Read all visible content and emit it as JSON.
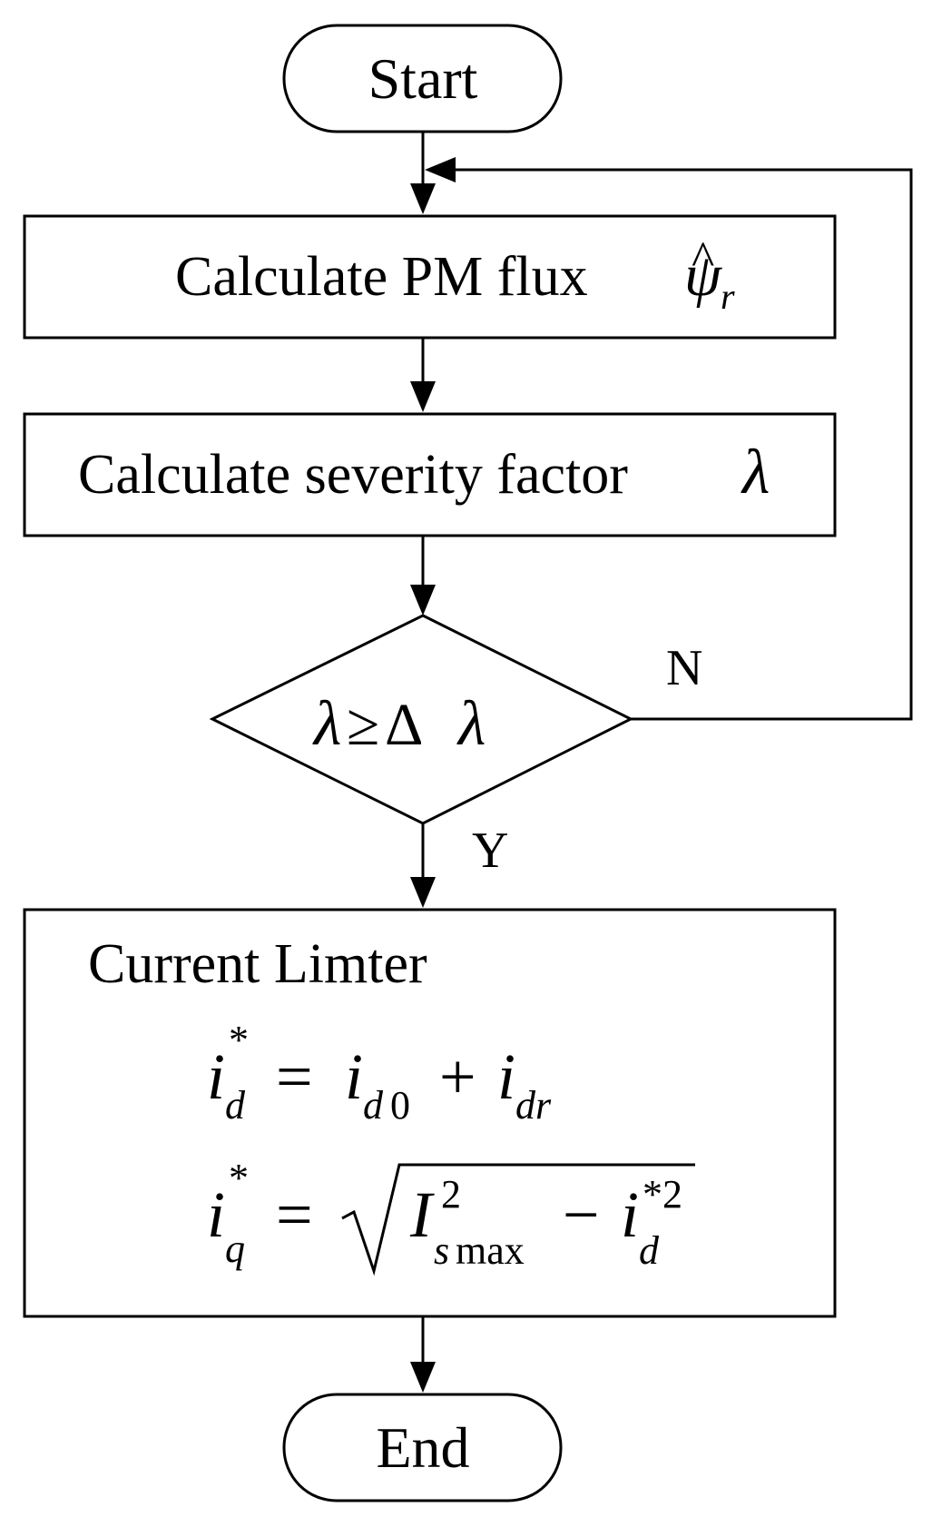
{
  "nodes": {
    "start": {
      "label": "Start"
    },
    "calc_flux": {
      "label": "Calculate PM flux",
      "symbol": "ψ",
      "symbol_hat": "^",
      "symbol_sub": "r"
    },
    "calc_severity": {
      "label": "Calculate severity factor",
      "symbol": "λ"
    },
    "decision": {
      "lhs": "λ",
      "op": "≥",
      "rhs_delta": "Δ",
      "rhs": "λ"
    },
    "limiter": {
      "title": "Current Limter",
      "eq1": {
        "lhs": "i",
        "lhs_sup": "*",
        "lhs_sub": "d",
        "eq": "=",
        "t1": "i",
        "t1_sub_it": "d",
        "t1_sub_num": "0",
        "plus": "+",
        "t2": "i",
        "t2_sub": "dr"
      },
      "eq2": {
        "lhs": "i",
        "lhs_sup": "*",
        "lhs_sub": "q",
        "eq": "=",
        "I": "I",
        "I_sup": "2",
        "I_sub_it": "s",
        "I_sub_txt": "max",
        "minus": "−",
        "id": "i",
        "id_sup": "*2",
        "id_sub": "d"
      }
    },
    "end": {
      "label": "End"
    }
  },
  "edges": {
    "no_label": "N",
    "yes_label": "Y"
  }
}
